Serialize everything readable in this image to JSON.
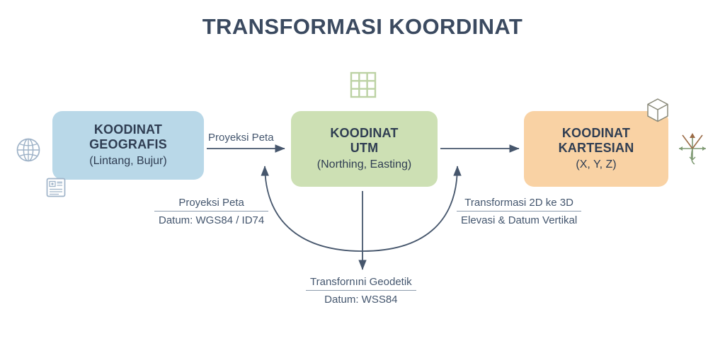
{
  "title": "TRANSFORMASI KOORDINAT",
  "colors": {
    "title": "#3b4a60",
    "geografis_fill": "#b9d8e8",
    "utm_fill": "#cde0b4",
    "kartesian_fill": "#f9d2a4",
    "arrow": "#46566c",
    "text": "#2f3d52",
    "label_text": "#44566e",
    "background": "#ffffff"
  },
  "nodes": {
    "geografis": {
      "line1": "KOODINAT",
      "line2": "GEOGRAFIS",
      "sub": "(Lintang, Bujur)"
    },
    "utm": {
      "line1": "KOODINAT",
      "line2": "UTM",
      "sub": "(Northing, Easting)"
    },
    "kartesian": {
      "line1": "KOODINAT",
      "line2": "KARTESIAN",
      "sub": "(X, Y, Z)"
    }
  },
  "edges": {
    "geografis_to_utm_label": "Proyeksi Peta"
  },
  "annotations": {
    "left": {
      "top": "Proyeksi Peta",
      "bottom": "Datum: WGS84 / ID74"
    },
    "right": {
      "top": "Transformasi 2D ke 3D",
      "bottom": "Elevasi & Datum Vertikal"
    },
    "bottom": {
      "top": "Transfornıni Geodetik",
      "bottom": "Datum: WSS84"
    }
  },
  "icons": {
    "globe": "globe-icon",
    "document": "document-icon",
    "grid": "grid-icon",
    "cube": "cube-icon",
    "axes": "axes-icon"
  }
}
